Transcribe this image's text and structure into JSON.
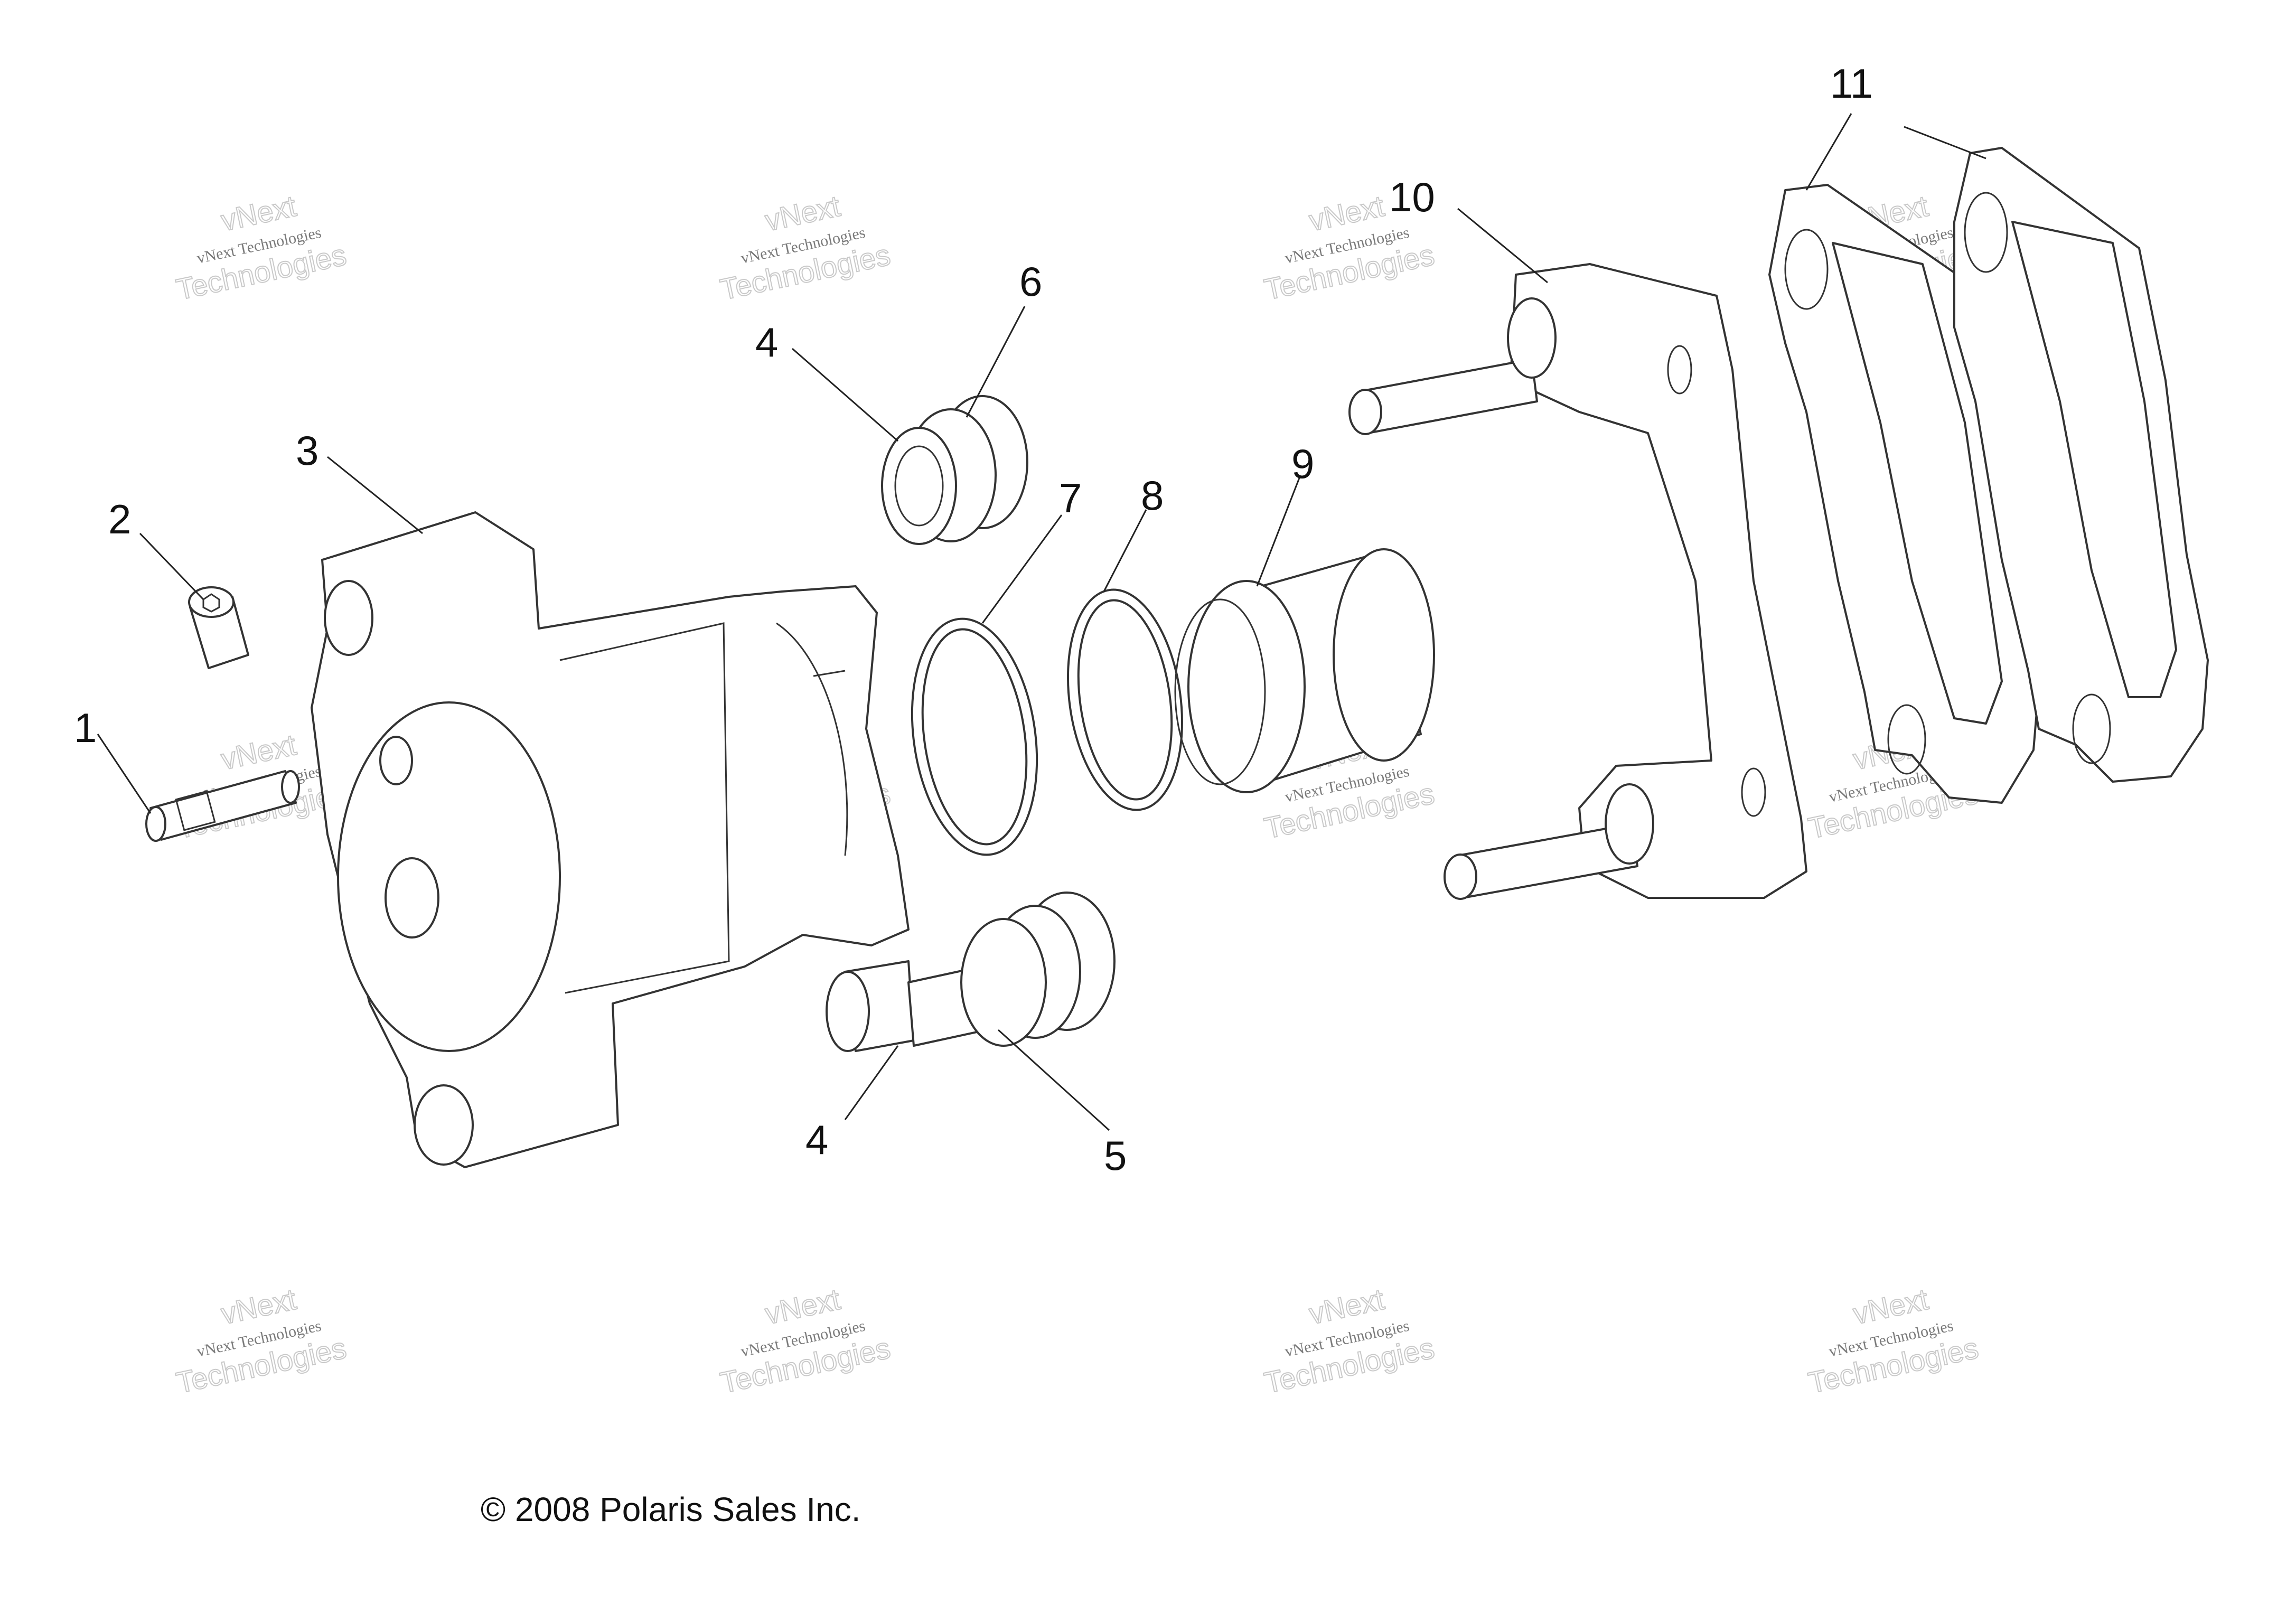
{
  "callouts": [
    {
      "id": "1",
      "label": "1"
    },
    {
      "id": "2",
      "label": "2"
    },
    {
      "id": "3",
      "label": "3"
    },
    {
      "id": "4a",
      "label": "4"
    },
    {
      "id": "4b",
      "label": "4"
    },
    {
      "id": "5",
      "label": "5"
    },
    {
      "id": "6",
      "label": "6"
    },
    {
      "id": "7",
      "label": "7"
    },
    {
      "id": "8",
      "label": "8"
    },
    {
      "id": "9",
      "label": "9"
    },
    {
      "id": "10",
      "label": "10"
    },
    {
      "id": "11",
      "label": "11"
    }
  ],
  "watermark": {
    "line1": "vNext",
    "line2": "vNext Technologies",
    "line3": "Technologies"
  },
  "copyright": "© 2008 Polaris Sales Inc."
}
